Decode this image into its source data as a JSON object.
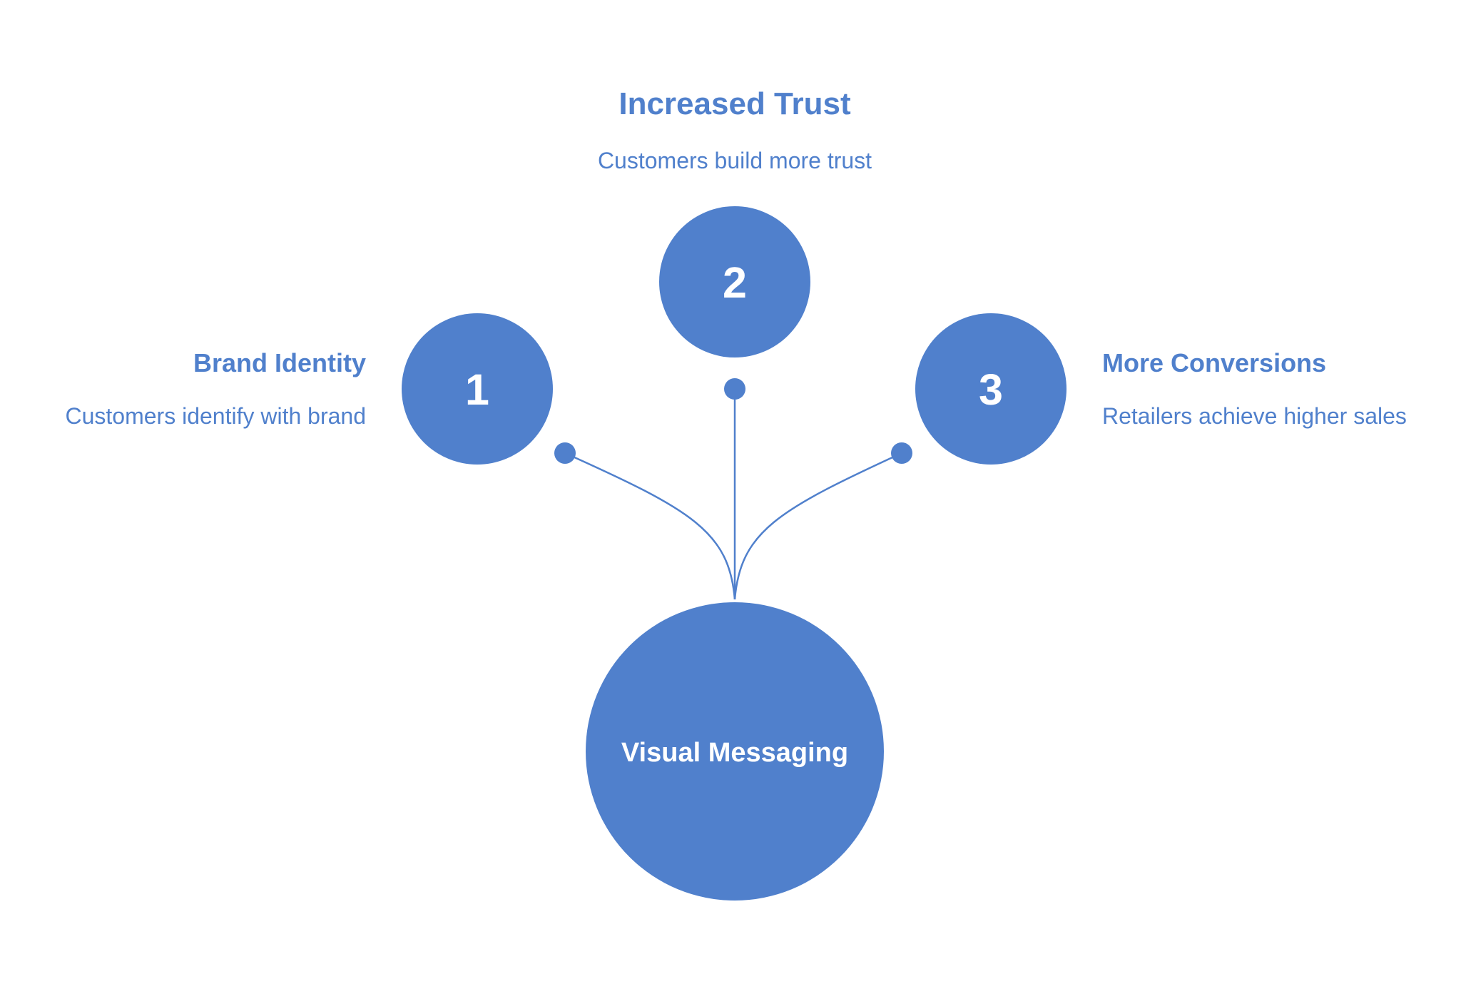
{
  "hub": {
    "label": "Visual Messaging"
  },
  "nodes": [
    {
      "number": "1",
      "title": "Brand Identity",
      "description": "Customers identify with brand"
    },
    {
      "number": "2",
      "title": "Increased Trust",
      "description": "Customers build more trust"
    },
    {
      "number": "3",
      "title": "More Conversions",
      "description": "Retailers achieve higher sales"
    }
  ],
  "colors": {
    "accent": "#5080CC",
    "background": "#FFFFFF",
    "circle_text": "#FFFFFF"
  }
}
